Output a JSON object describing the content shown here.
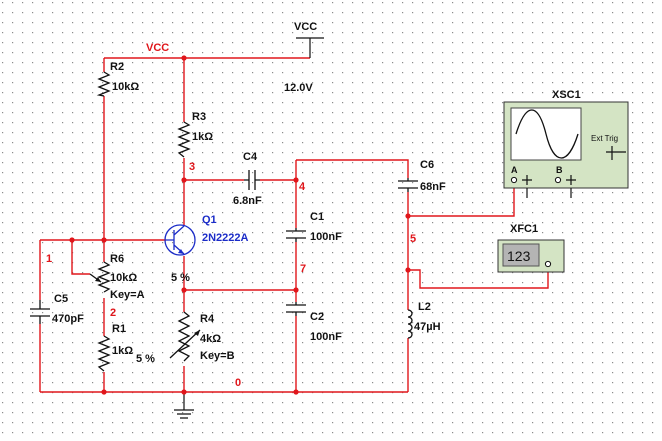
{
  "vcc": {
    "label": "VCC",
    "voltage": "12.0V",
    "net_label": "VCC"
  },
  "resistors": {
    "r2": {
      "ref": "R2",
      "value": "10kΩ"
    },
    "r3": {
      "ref": "R3",
      "value": "1kΩ"
    },
    "r1": {
      "ref": "R1",
      "value": "1kΩ",
      "tolerance": "5 %"
    }
  },
  "potentiometers": {
    "r6": {
      "ref": "R6",
      "value": "10kΩ",
      "key": "Key=A",
      "percent": "5 %"
    },
    "r4": {
      "ref": "R4",
      "value": "4kΩ",
      "key": "Key=B"
    }
  },
  "capacitors": {
    "c4": {
      "ref": "C4",
      "value": "6.8nF"
    },
    "c1": {
      "ref": "C1",
      "value": "100nF"
    },
    "c2": {
      "ref": "C2",
      "value": "100nF"
    },
    "c5": {
      "ref": "C5",
      "value": "470pF"
    },
    "c6": {
      "ref": "C6",
      "value": "68nF"
    }
  },
  "inductor": {
    "ref": "L2",
    "value": "47µH"
  },
  "transistor": {
    "ref": "Q1",
    "model": "2N2222A"
  },
  "oscilloscope": {
    "ref": "XSC1",
    "ext_trig": "Ext Trig",
    "ch_a": "A",
    "ch_b": "B"
  },
  "counter": {
    "ref": "XFC1",
    "display": "123"
  },
  "nets": {
    "n0": "0",
    "n1": "1",
    "n2": "2",
    "n3": "3",
    "n4": "4",
    "n5": "5",
    "n7": "7"
  },
  "colors": {
    "wire": "#e0161b",
    "transistor": "#1b2cc8",
    "grid": "#8a8a8a",
    "instrument_bg": "#d4e4c4"
  }
}
